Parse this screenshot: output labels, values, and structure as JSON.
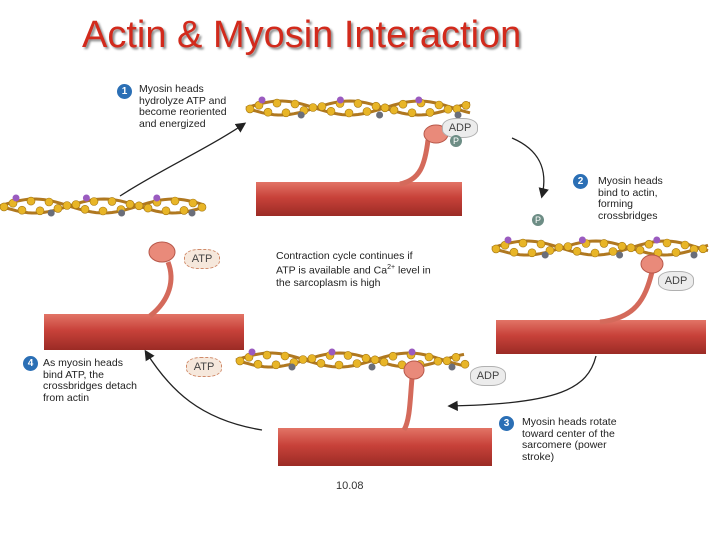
{
  "title": "Actin & Myosin Interaction",
  "steps": [
    {
      "number": "1",
      "text": "Myosin heads\nhydrolyze ATP and\nbecome reoriented\nand energized"
    },
    {
      "number": "2",
      "text": "Myosin heads\nbind to actin,\nforming\ncrossbridges"
    },
    {
      "number": "3",
      "text": "Myosin heads rotate\ntoward center of the\nsarcomere (power\nstroke)"
    },
    {
      "number": "4",
      "text": "As myosin heads\nbind ATP, the\ncrossbridges detach\nfrom actin"
    }
  ],
  "center_note": {
    "line1": "Contraction cycle continues if",
    "line2a": "ATP is available and Ca",
    "superscript": "2+",
    "line2b": " level in",
    "line3": "the sarcoplasm is high"
  },
  "molecules": {
    "atp": "ATP",
    "adp": "ADP",
    "phosphate": "P"
  },
  "figure_label": "10.08",
  "colors": {
    "title": "#d22a1c",
    "muscle_fiber": "#c8423a",
    "actin_bead": "#e8b527",
    "actin_strand": "#b07820",
    "myosin_head": "#e98a7a",
    "step_badge": "#2b6fb5"
  }
}
